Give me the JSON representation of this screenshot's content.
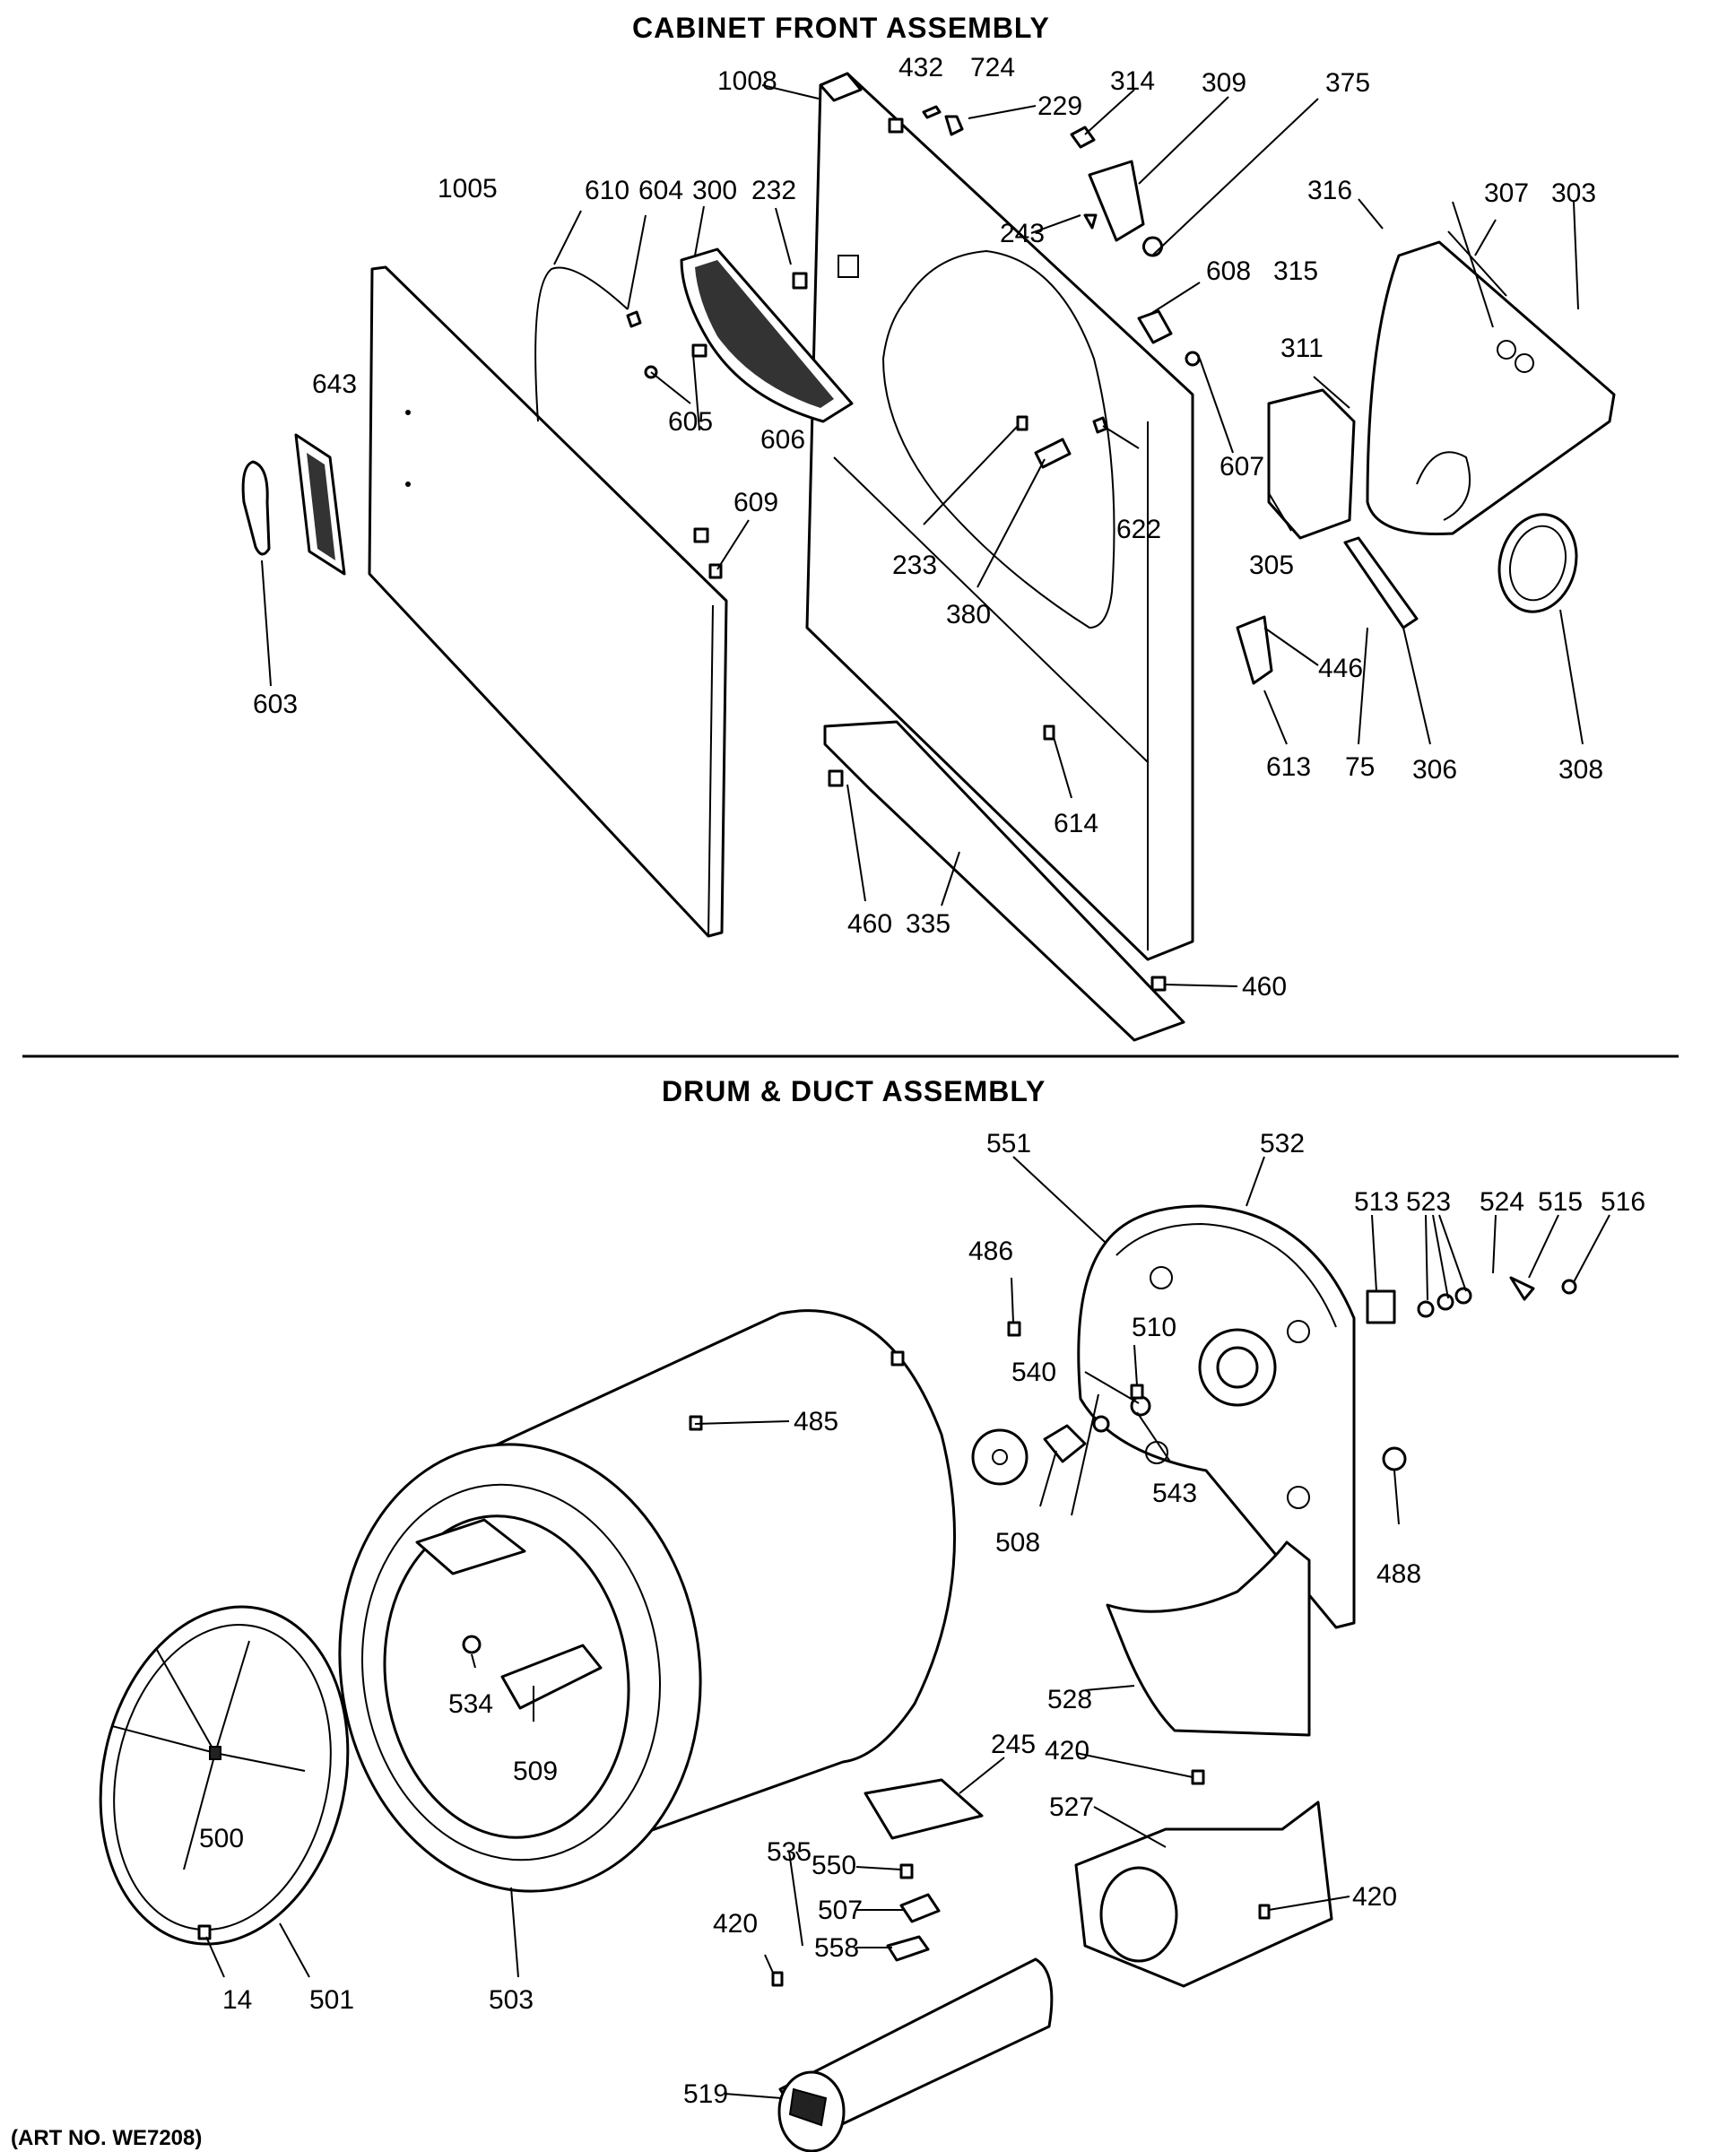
{
  "header": {
    "title": "CABINET FRONT ASSEMBLY",
    "drum_title": "DRUM & DUCT ASSEMBLY",
    "art_no": "(ART NO. WE7208)"
  },
  "labels": {
    "p1008": "1008",
    "p432": "432",
    "p724": "724",
    "p229": "229",
    "p314": "314",
    "p309": "309",
    "p375": "375",
    "p1005": "1005",
    "p610": "610",
    "p604": "604",
    "p300": "300",
    "p232": "232",
    "p243": "243",
    "p316": "316",
    "p307": "307",
    "p303": "303",
    "p608": "608",
    "p315": "315",
    "p311": "311",
    "p643": "643",
    "p605": "605",
    "p606": "606",
    "p607": "607",
    "p622": "622",
    "p609": "609",
    "p233": "233",
    "p380": "380",
    "p305": "305",
    "p603": "603",
    "p446": "446",
    "p613": "613",
    "p75": "75",
    "p306": "306",
    "p308": "308",
    "p614": "614",
    "p460a": "460",
    "p335": "335",
    "p460b": "460",
    "d551": "551",
    "d532": "532",
    "d513": "513",
    "d523": "523",
    "d524": "524",
    "d515": "515",
    "d516": "516",
    "d486": "486",
    "d510": "510",
    "d540": "540",
    "d485": "485",
    "d543": "543",
    "d508": "508",
    "d488": "488",
    "d534": "534",
    "d528": "528",
    "d509": "509",
    "d245": "245",
    "d420a": "420",
    "d527": "527",
    "d500": "500",
    "d535": "535",
    "d550": "550",
    "d420b": "420",
    "d507": "507",
    "d420c": "420",
    "d558": "558",
    "d14": "14",
    "d501": "501",
    "d503": "503",
    "d519": "519"
  }
}
